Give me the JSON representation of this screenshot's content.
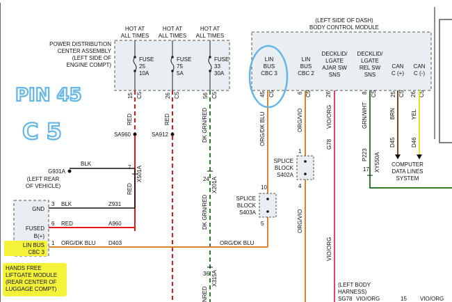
{
  "header": {
    "hot_at": "HOT AT",
    "all_times": "ALL TIMES"
  },
  "pdc": {
    "line1": "POWER DISTRIBUTION",
    "line2": "CENTER ASSEMBLY",
    "line3": "(LEFT SIDE OF",
    "line4": "ENGINE COMPT)"
  },
  "fuses": [
    {
      "label": "FUSE",
      "num": "25",
      "amps": "10A"
    },
    {
      "label": "FUSE",
      "num": "75",
      "amps": "5A"
    },
    {
      "label": "FUSE",
      "num": "33",
      "amps": "30A"
    }
  ],
  "bcm": {
    "title1": "(LEFT SIDE OF DASH)",
    "title2": "BODY CONTROL MODULE",
    "pins": [
      {
        "l1": "LIN",
        "l2": "BUS",
        "l3": "CBC 3",
        "pin": "45",
        "conn": "C5"
      },
      {
        "l1": "LIN",
        "l2": "BUS",
        "l3": "CBC 2",
        "pin": "6",
        "conn": "C5"
      },
      {
        "l1": "DECKLID/",
        "l2": "LGATE",
        "l3": "AJAR SW",
        "l4": "SNS",
        "pin": "26",
        "conn": ""
      },
      {
        "l1": "DECKLID/",
        "l2": "LGATE",
        "l3": "REL SW",
        "l4": "SNS",
        "pin": "8",
        "conn": "C5"
      },
      {
        "l1": "CAN",
        "l2": "C (+)",
        "pin": "25",
        "conn": "C5"
      },
      {
        "l1": "CAN",
        "l2": "C (-)",
        "pin": "26",
        "conn": "C5"
      }
    ]
  },
  "pin_labels": {
    "fuse1_pin": "15",
    "fuse1_conn": "C5",
    "fuse2_pin": "26",
    "fuse2_conn": "C5",
    "fuse3_pin": "56",
    "fuse3_conn": "C5"
  },
  "wires": {
    "red1": "RED",
    "red2": "RED",
    "dkgrnred": "DK GRN/RED",
    "org_dkblu": "ORG/DK BLU",
    "org_vio": "ORG/VIO",
    "vio_org": "VIO/ORG",
    "grn_wht": "GRN/WHT",
    "brn": "BRN",
    "yel": "YEL",
    "g78": "G78",
    "p223": "P223",
    "d45": "D45",
    "d46": "D46",
    "red_lower": "RED",
    "dkgrnred_lower": "DK GRN/RED",
    "org_vio_lower": "ORG/VIO",
    "vio_org_lower": "VIO/ORG",
    "dkgrnred_bottom": "NRED"
  },
  "splices": {
    "sa960": "SA960",
    "sa912": "SA912",
    "s402a_1": "SPLICE",
    "s402a_2": "BLOCK",
    "s402a_3": "S402A",
    "s403a_1": "SPLICE",
    "s403a_2": "BLOCK",
    "s403a_3": "S403A"
  },
  "connectors": {
    "x501a": "X501A",
    "x201a": "X201A",
    "x315a": "X315A",
    "x550a": "XY550A",
    "pin7": "7",
    "pin24": "24",
    "pin36": "36",
    "pin17": "17",
    "pin10": "10",
    "pin5": "5",
    "pin1": "1",
    "pin4": "4"
  },
  "ground": {
    "g931a": "G931A",
    "blk": "BLK",
    "loc1": "(LEFT REAR",
    "loc2": "OF VEHICLE)"
  },
  "liftgate": {
    "gnd": "GND",
    "fused": "FUSED",
    "bplus": "B(+)",
    "lin": "LIN BUS",
    "cbc3": "CBC 3",
    "p3": "3",
    "p6": "6",
    "p1": "1",
    "w_blk": "BLK",
    "w_red": "RED",
    "w_org": "ORG/DK BLU",
    "c_z931": "Z931",
    "c_a960": "A960",
    "c_d403": "D403",
    "org_dkblu_right": "ORG/DK BLU",
    "name1": "HANDS FREE",
    "name2": "LIFTGATE MODULE",
    "name3": "(REAR CENTER OF",
    "name4": "LUGGAGE COMPT)"
  },
  "computer": {
    "l1": "COMPUTER",
    "l2": "DATA LINES",
    "l3": "SYSTEM"
  },
  "body_harness": {
    "l1": "(LEFT BODY",
    "l2": "HARNESS)",
    "sg78": "SG78",
    "vio_org_b": "VIO/ORG",
    "num15": "15",
    "vio_org_c": "VIO/ORG"
  },
  "annotation": {
    "pin": "PIN 45",
    "c5": "C 5"
  },
  "colors": {
    "red_wire": "#e0161b",
    "green_wire": "#2e7d2e",
    "orange_wire": "#d9822b",
    "pink_wire": "#e0407e",
    "brown_wire": "#7a4a1e",
    "yellow_wire": "#e8e020",
    "highlight": "#f5f23a",
    "annotation": "#63b6e8",
    "module_fill": "#e8eef2"
  }
}
